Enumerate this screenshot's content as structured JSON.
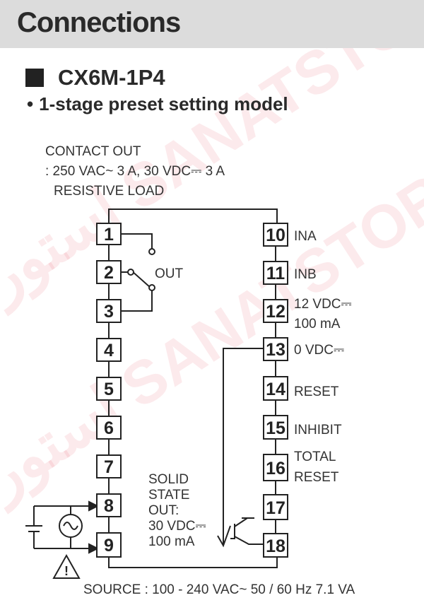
{
  "header": {
    "title": "Connections"
  },
  "model": {
    "name": "CX6M-1P4"
  },
  "subtitle": "1-stage preset setting model",
  "contact": {
    "line1": "CONTACT OUT",
    "line2": ": 250 VAC~ 3 A, 30 VDC⎓ 3 A",
    "line3": "RESISTIVE LOAD"
  },
  "terminals_left": [
    "1",
    "2",
    "3",
    "4",
    "5",
    "6",
    "7",
    "8",
    "9"
  ],
  "terminals_right": [
    "10",
    "11",
    "12",
    "13",
    "14",
    "15",
    "16",
    "17",
    "18"
  ],
  "labels": {
    "out": "OUT",
    "ina": "INA",
    "inb": "INB",
    "vdc12_line1": "12 VDC⎓",
    "vdc12_line2": "100 mA",
    "vdc0": "0 VDC⎓",
    "reset": "RESET",
    "inhibit": "INHIBIT",
    "total_line1": "TOTAL",
    "total_line2": "RESET"
  },
  "solid_state": {
    "line1": "SOLID",
    "line2": "STATE",
    "line3": "OUT:",
    "line4": "30 VDC⎓",
    "line5": "100 mA"
  },
  "source": "SOURCE  : 100 - 240 VAC~ 50 / 60 Hz 7.1 VA",
  "icons": {
    "warning": "warning-triangle-icon",
    "ac_source": "ac-source-icon"
  }
}
